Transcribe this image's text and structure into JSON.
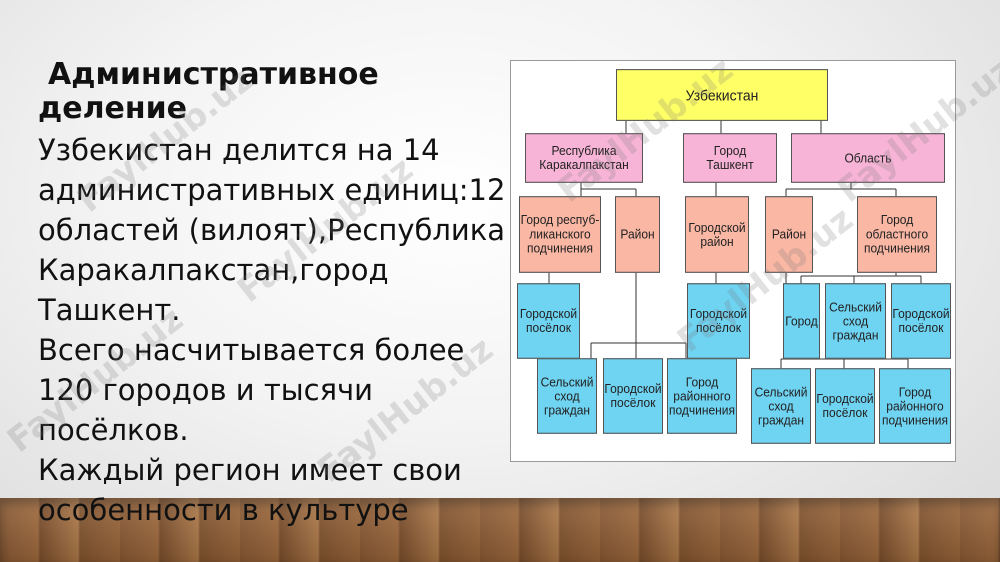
{
  "slide": {
    "heading_line1": "Административное",
    "heading_line2": "деление",
    "paragraphs": [
      "Узбекистан делится на 14 административных единиц:12 областей (вилоят),Республика Каракалпакстан,город Ташкент.",
      "Всего насчитывается более 120 городов и тысячи посёлков.",
      "Каждый регион имеет свои особенности в культуре"
    ]
  },
  "diagram": {
    "root": "Узбекистан",
    "level1": [
      "Республика\nКаракалпакстан",
      "Город\nТашкент",
      "Область"
    ],
    "level2": [
      "Город респуб-\nликанского\nподчинения",
      "Район",
      "Городской\nрайон",
      "Район",
      "Город\nобластного\nподчинения"
    ],
    "level3": [
      "Городской\nпосёлок",
      "Городской\nпосёлок",
      "Город",
      "Сельский\nсход\nграждан",
      "Городской\nпосёлок"
    ],
    "level4": [
      "Сельский\nсход\nграждан",
      "Городской\nпосёлок",
      "Город\nрайонного\nподчинения",
      "Сельский\nсход\nграждан",
      "Городской\nпосёлок",
      "Город\nрайонного\nподчинения"
    ],
    "colors": {
      "root": "#ffff66",
      "level1": "#f7b4d6",
      "level2": "#f9b7a4",
      "leaf": "#6fd3f2"
    }
  },
  "watermark": "FaylHub.uz"
}
